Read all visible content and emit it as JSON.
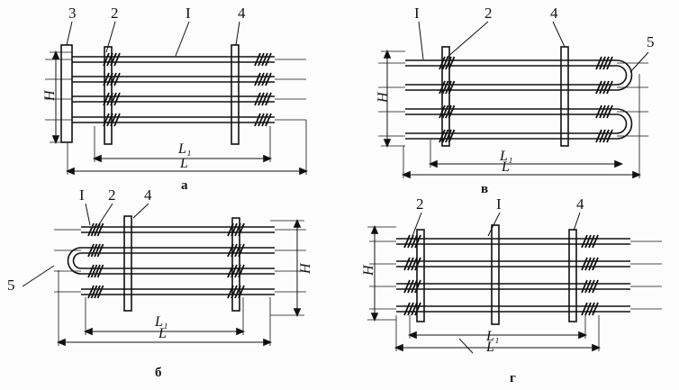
{
  "panels": [
    {
      "caption": "а",
      "labels": [
        "3",
        "2",
        "I",
        "4"
      ],
      "h": "H",
      "l1": "L₁",
      "l": "L"
    },
    {
      "caption": "в",
      "labels": [
        "I",
        "2",
        "4",
        "5"
      ],
      "h": "H",
      "l1": "L₁",
      "l": "L"
    },
    {
      "caption": "б",
      "labels": [
        "I",
        "2",
        "4",
        "5"
      ],
      "h": "H",
      "l1": "L₁",
      "l": "L"
    },
    {
      "caption": "г",
      "labels": [
        "2",
        "I",
        "4"
      ],
      "h": "H",
      "l1": "L₁",
      "l": "L"
    }
  ]
}
